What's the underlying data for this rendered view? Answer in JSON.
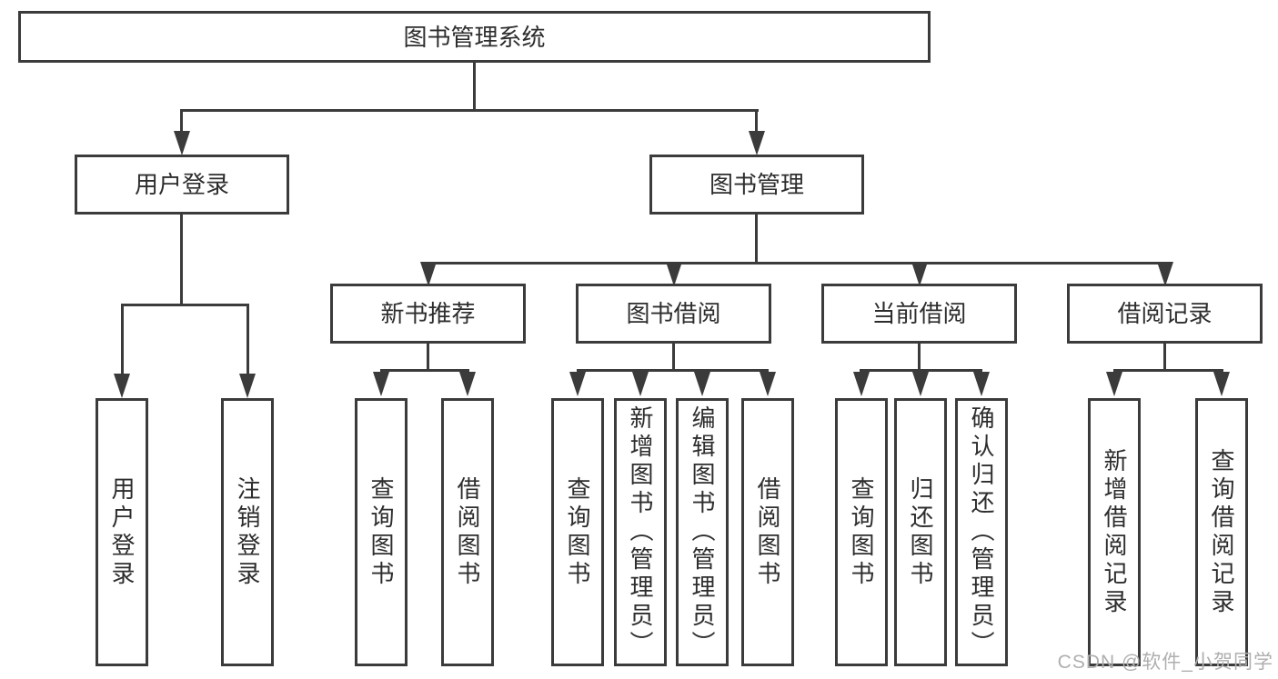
{
  "colors": {
    "line": "#3b3b3b",
    "text": "#2d2d2d",
    "box_background": "#ffffff",
    "watermark": "#b0aeae",
    "page_background": "#ffffff"
  },
  "watermark": {
    "text": "CSDN @软件_小贺同学"
  },
  "diagram": {
    "type": "tree",
    "root": {
      "label": "图书管理系统",
      "children": [
        {
          "label": "用户登录",
          "children": [
            {
              "label": "用户登录"
            },
            {
              "label": "注销登录"
            }
          ]
        },
        {
          "label": "图书管理",
          "children": [
            {
              "label": "新书推荐",
              "children": [
                {
                  "label": "查询图书"
                },
                {
                  "label": "借阅图书"
                }
              ]
            },
            {
              "label": "图书借阅",
              "children": [
                {
                  "label": "查询图书"
                },
                {
                  "label": "新增图书（管理员）"
                },
                {
                  "label": "编辑图书（管理员）"
                },
                {
                  "label": "借阅图书"
                }
              ]
            },
            {
              "label": "当前借阅",
              "children": [
                {
                  "label": "查询图书"
                },
                {
                  "label": "归还图书"
                },
                {
                  "label": "确认归还（管理员）"
                }
              ]
            },
            {
              "label": "借阅记录",
              "children": [
                {
                  "label": "新增借阅记录"
                },
                {
                  "label": "查询借阅记录"
                }
              ]
            }
          ]
        }
      ]
    }
  }
}
